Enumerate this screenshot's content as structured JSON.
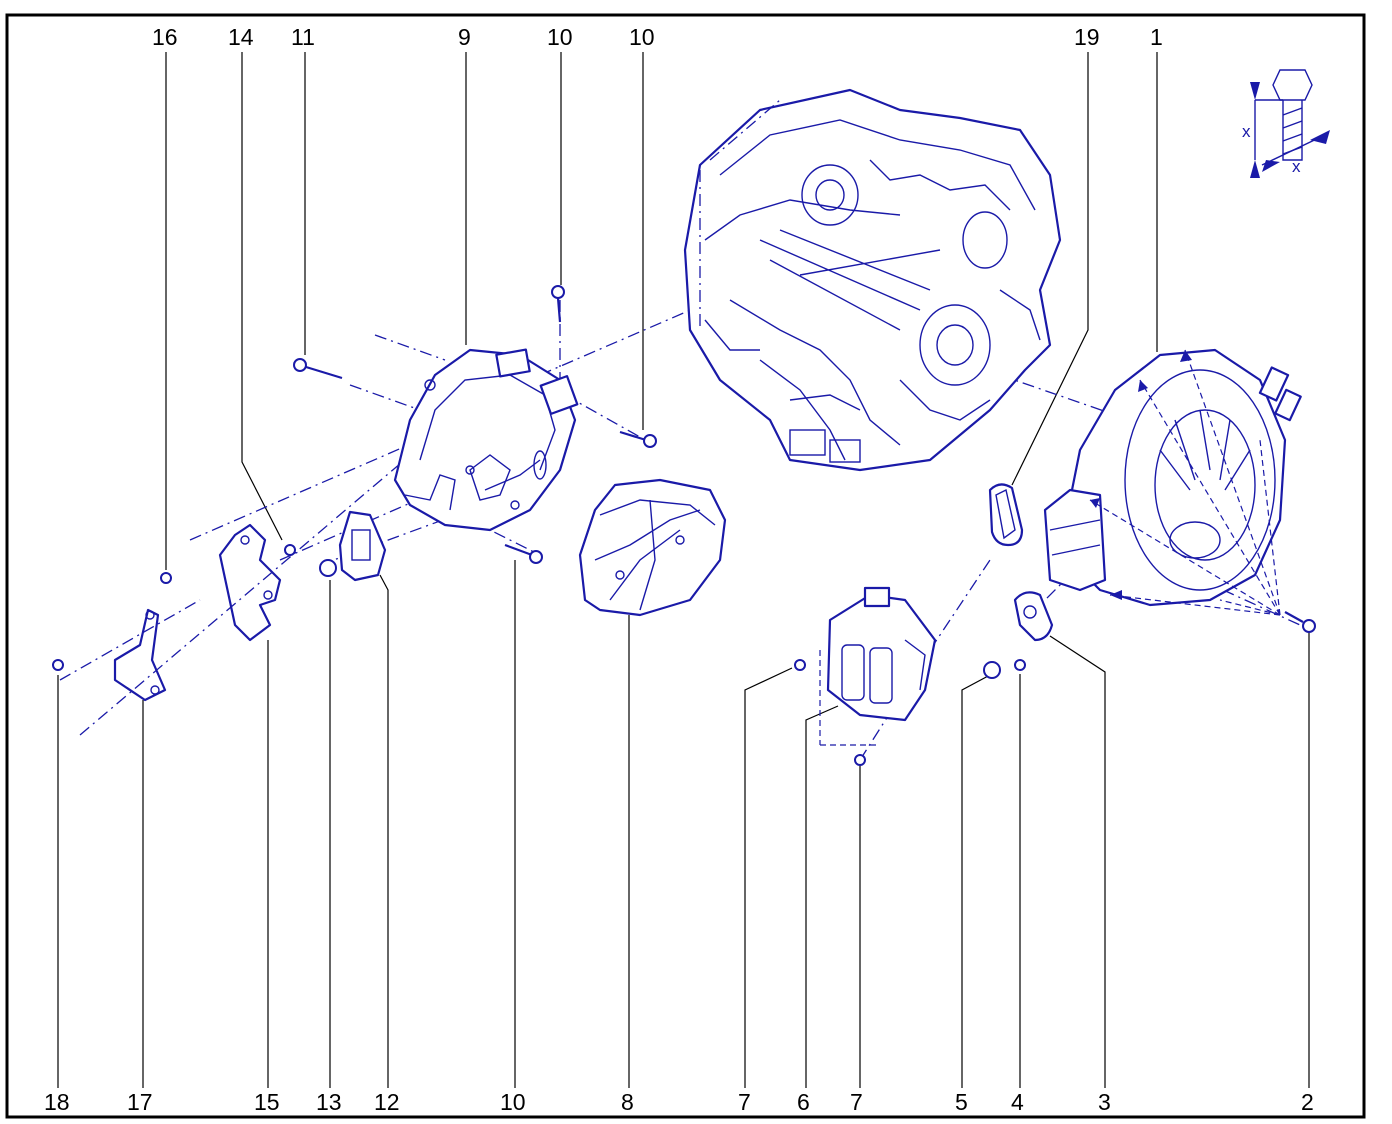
{
  "top_labels": [
    "16",
    "14",
    "11",
    "9",
    "10",
    "10",
    "19",
    "1"
  ],
  "bottom_labels": [
    "18",
    "17",
    "15",
    "13",
    "12",
    "10",
    "8",
    "7",
    "6",
    "7",
    "5",
    "4",
    "3",
    "2"
  ],
  "torque_icon": {
    "label_vertical": "x",
    "label_horizontal": "x",
    "name": "bolt-torque-icon"
  },
  "colors": {
    "line_art": "#1a1aa8",
    "callout": "#000000",
    "frame": "#000000"
  }
}
